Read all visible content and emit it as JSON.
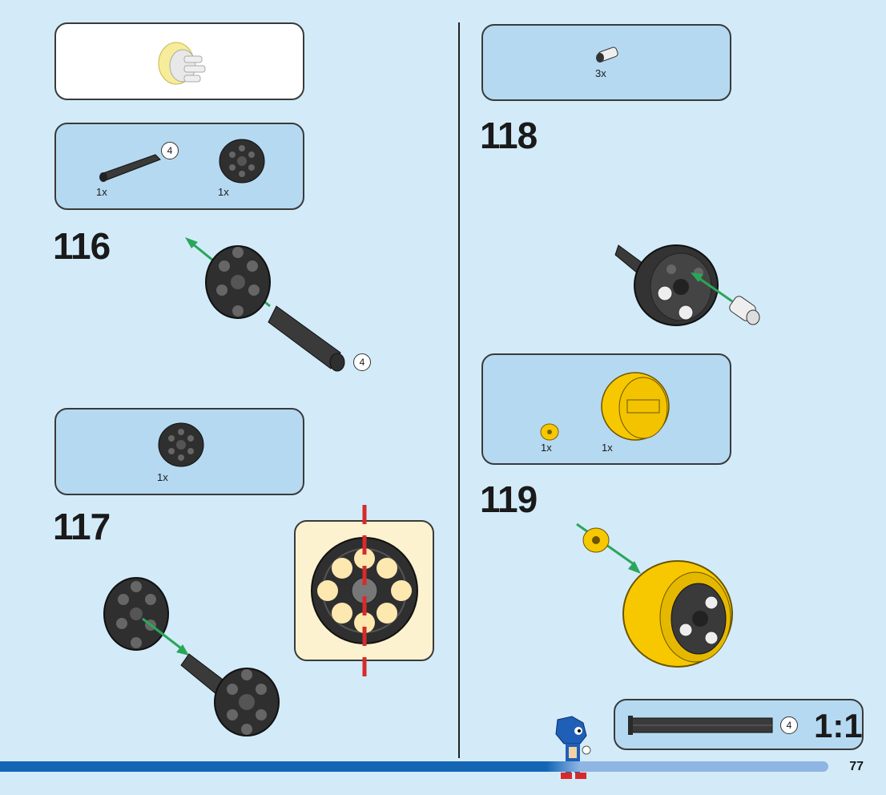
{
  "steps": {
    "s116": "116",
    "s117": "117",
    "s118": "118",
    "s119": "119"
  },
  "parts": {
    "p116_axle_qty": "1x",
    "p116_axle_length": "4",
    "p116_wheel_qty": "1x",
    "p116_callout_length": "4",
    "p117_wheel_qty": "1x",
    "p118_pin_qty": "3x",
    "p119_bush_qty": "1x",
    "p119_tire_qty": "1x"
  },
  "scale_callout": {
    "length": "4",
    "ratio": "1:1"
  },
  "page_number": "77",
  "colors": {
    "background": "#d3ebf9",
    "panel": "#b5d9f1",
    "arrow": "#2aa65a",
    "guide_line": "#d62b2b",
    "yellow_part": "#f7c800",
    "dark_part": "#2f2f2f"
  }
}
